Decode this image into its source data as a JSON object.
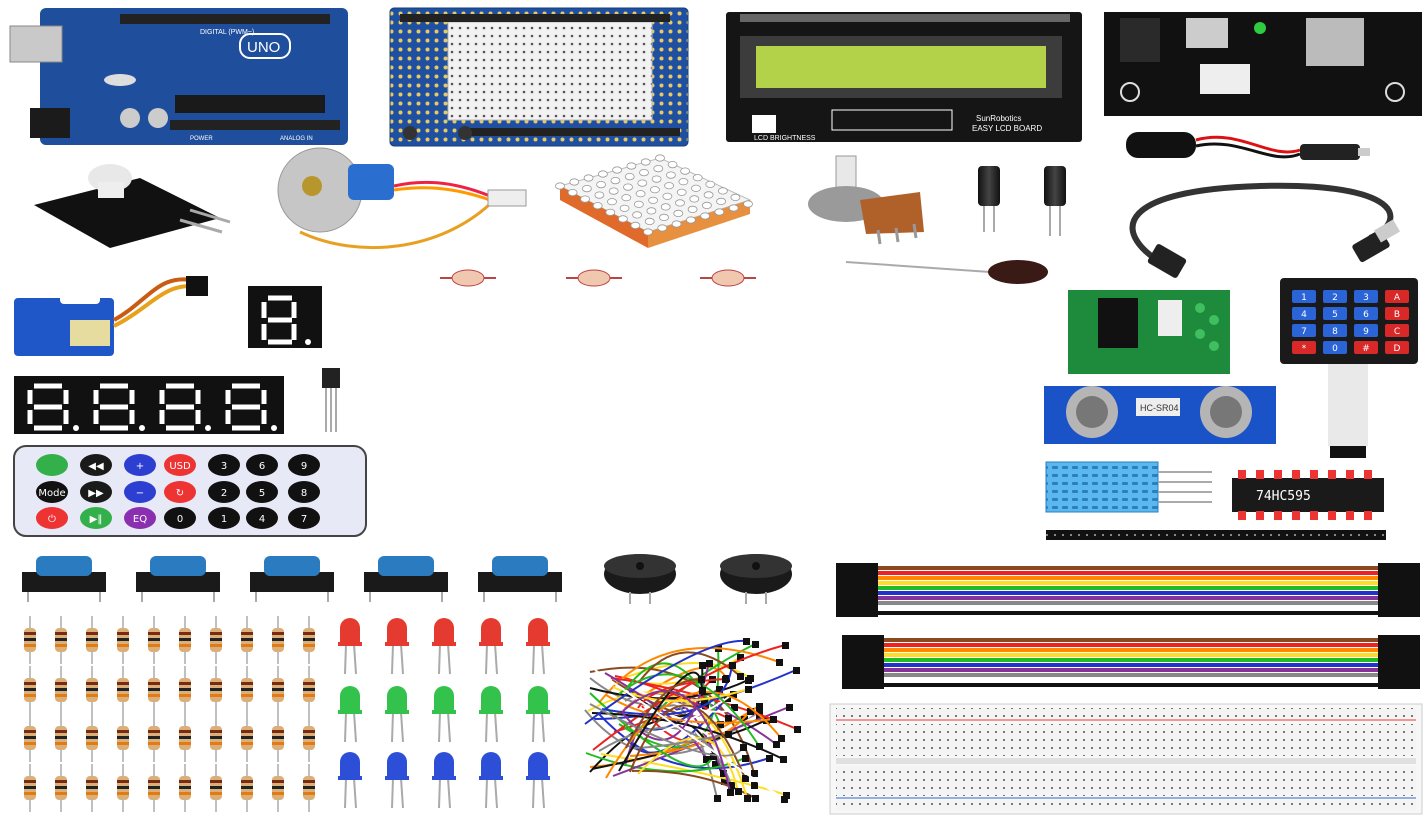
{
  "arduino": {
    "logo": "UNO",
    "digital_label": "DIGITAL (PWM~)",
    "analog_label": "ANALOG IN",
    "power_label": "POWER"
  },
  "lcd_board": {
    "brand": "SunRobotics",
    "name": "EASY LCD BOARD",
    "pot_label": "LCD BRIGHTNESS"
  },
  "shift_register": {
    "label": "74HC595"
  },
  "ultrasonic": {
    "label": "HC-SR04"
  },
  "keypad": {
    "keys": [
      "1",
      "2",
      "3",
      "A",
      "4",
      "5",
      "6",
      "B",
      "7",
      "8",
      "9",
      "C",
      "*",
      "0",
      "#",
      "D"
    ]
  },
  "ir_remote": {
    "keys": [
      "",
      "◀◀",
      "+",
      "USD",
      "3",
      "6",
      "9",
      "Mode",
      "▶▶",
      "−",
      "↻",
      "2",
      "5",
      "8",
      "⏻",
      "▶‖",
      "EQ",
      "0",
      "1",
      "4",
      "7"
    ]
  },
  "colors": {
    "pcb_blue": "#1f4f9c",
    "pcb_green": "#1e8a3c",
    "lcd_screen": "#b3d24a",
    "button_blue": "#2a7bc0",
    "led_red": "#e43a30",
    "led_green": "#33c24b",
    "led_blue": "#2d4fd8"
  }
}
